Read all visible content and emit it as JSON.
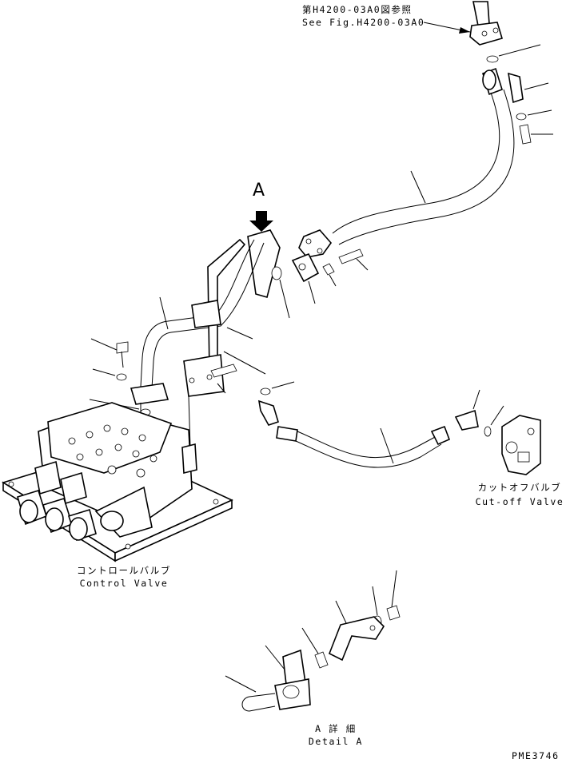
{
  "labels": {
    "ref_jp": "第H4200-03A0図参照",
    "ref_en": "See Fig.H4200-03A0",
    "arrow_letter": "A",
    "cutoff_jp": "カットオフバルブ",
    "cutoff_en": "Cut-off Valve",
    "control_jp": "コントロールバルブ",
    "control_en": "Control Valve",
    "detail_jp": "A 詳 細",
    "detail_en": "Detail A",
    "figure_code": "PME3746"
  }
}
